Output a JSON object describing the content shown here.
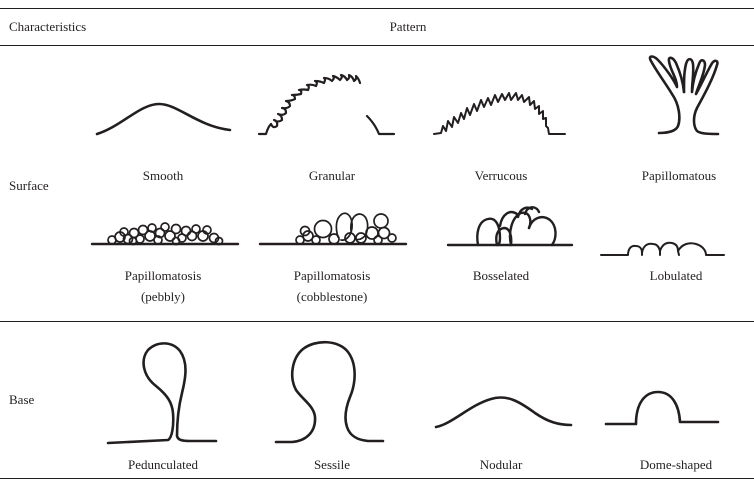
{
  "header": {
    "characteristics_label": "Characteristics",
    "pattern_label": "Pattern"
  },
  "surface": {
    "row_label": "Surface",
    "patterns": [
      {
        "label": "Smooth",
        "icon": "smooth-curve-icon"
      },
      {
        "label": "Granular",
        "icon": "granular-curve-icon"
      },
      {
        "label": "Verrucous",
        "icon": "verrucous-curve-icon"
      },
      {
        "label": "Papillomatous",
        "icon": "papillomatous-icon"
      },
      {
        "label": "Papillomatosis",
        "label2": "(pebbly)",
        "icon": "pebbly-icon"
      },
      {
        "label": "Papillomatosis",
        "label2": "(cobblestone)",
        "icon": "cobblestone-icon"
      },
      {
        "label": "Bosselated",
        "icon": "bosselated-icon"
      },
      {
        "label": "Lobulated",
        "icon": "lobulated-icon"
      }
    ]
  },
  "base": {
    "row_label": "Base",
    "patterns": [
      {
        "label": "Pedunculated",
        "icon": "pedunculated-icon"
      },
      {
        "label": "Sessile",
        "icon": "sessile-icon"
      },
      {
        "label": "Nodular",
        "icon": "nodular-icon"
      },
      {
        "label": "Dome-shaped",
        "icon": "dome-shaped-icon"
      }
    ]
  }
}
